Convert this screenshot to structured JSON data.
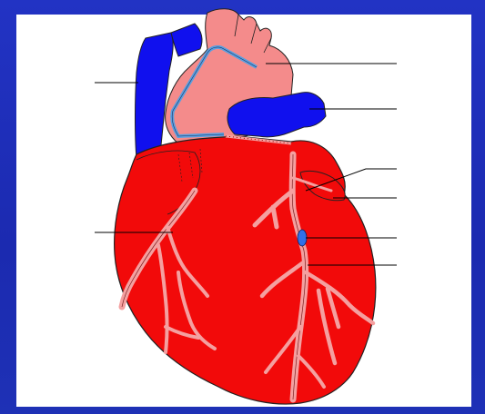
{
  "colors": {
    "background": "#1d2fb8",
    "panel": "#ffffff",
    "heart_red": "#f20a0a",
    "aorta_pink": "#f48b8b",
    "vessel_blue": "#1010ee",
    "coronary_pink": "#f4a0a0",
    "outline": "#222222",
    "label_line": "#000000"
  },
  "label_lines": [
    {
      "name": "label-line-superior-vena-cava"
    },
    {
      "name": "label-line-aorta"
    },
    {
      "name": "label-line-pulmonary-artery"
    },
    {
      "name": "label-line-left-atrium"
    },
    {
      "name": "label-line-left-coronary"
    },
    {
      "name": "label-line-right-coronary"
    },
    {
      "name": "label-line-blockage"
    },
    {
      "name": "label-line-anterior-descending"
    }
  ]
}
